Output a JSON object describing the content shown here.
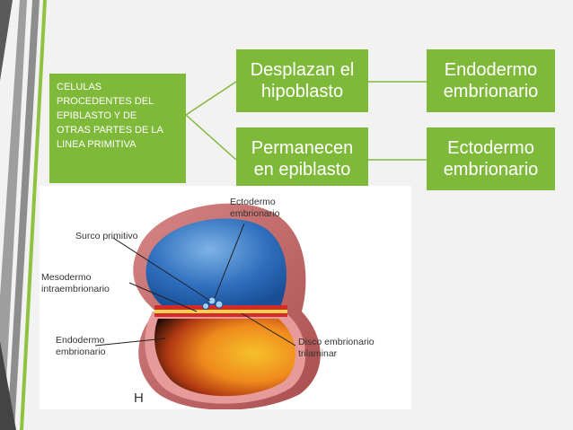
{
  "concept_map": {
    "source_text": "CELULAS PROCEDENTES DEL EPIBLASTO Y DE OTRAS PARTES DE LA LINEA PRIMITIVA",
    "source_lines": [
      "CELULAS",
      "PROCEDENTES DEL",
      "EPIBLASTO Y DE",
      "OTRAS PARTES DE LA",
      "LINEA PRIMITIVA"
    ],
    "branch_top": [
      "Desplazan el",
      "hipoblasto"
    ],
    "branch_bottom": [
      "Permanecen",
      "en epiblasto"
    ],
    "result_top": [
      "Endodermo",
      "embrionario"
    ],
    "result_bottom": [
      "Ectodermo",
      "embrionario"
    ]
  },
  "figure": {
    "labels": {
      "ectodermo": [
        "Ectodermo",
        "embrionario"
      ],
      "surco": "Surco primitivo",
      "mesodermo": [
        "Mesodermo",
        "intraembrionario"
      ],
      "endodermo": [
        "Endodermo",
        "embrionario"
      ],
      "disco": [
        "Disco embrionario",
        "trilaminar"
      ],
      "panel": "H"
    }
  },
  "colors": {
    "box_fill": "#7fb93a",
    "connector": "#7fb93a",
    "background": "#f2f2f2"
  }
}
